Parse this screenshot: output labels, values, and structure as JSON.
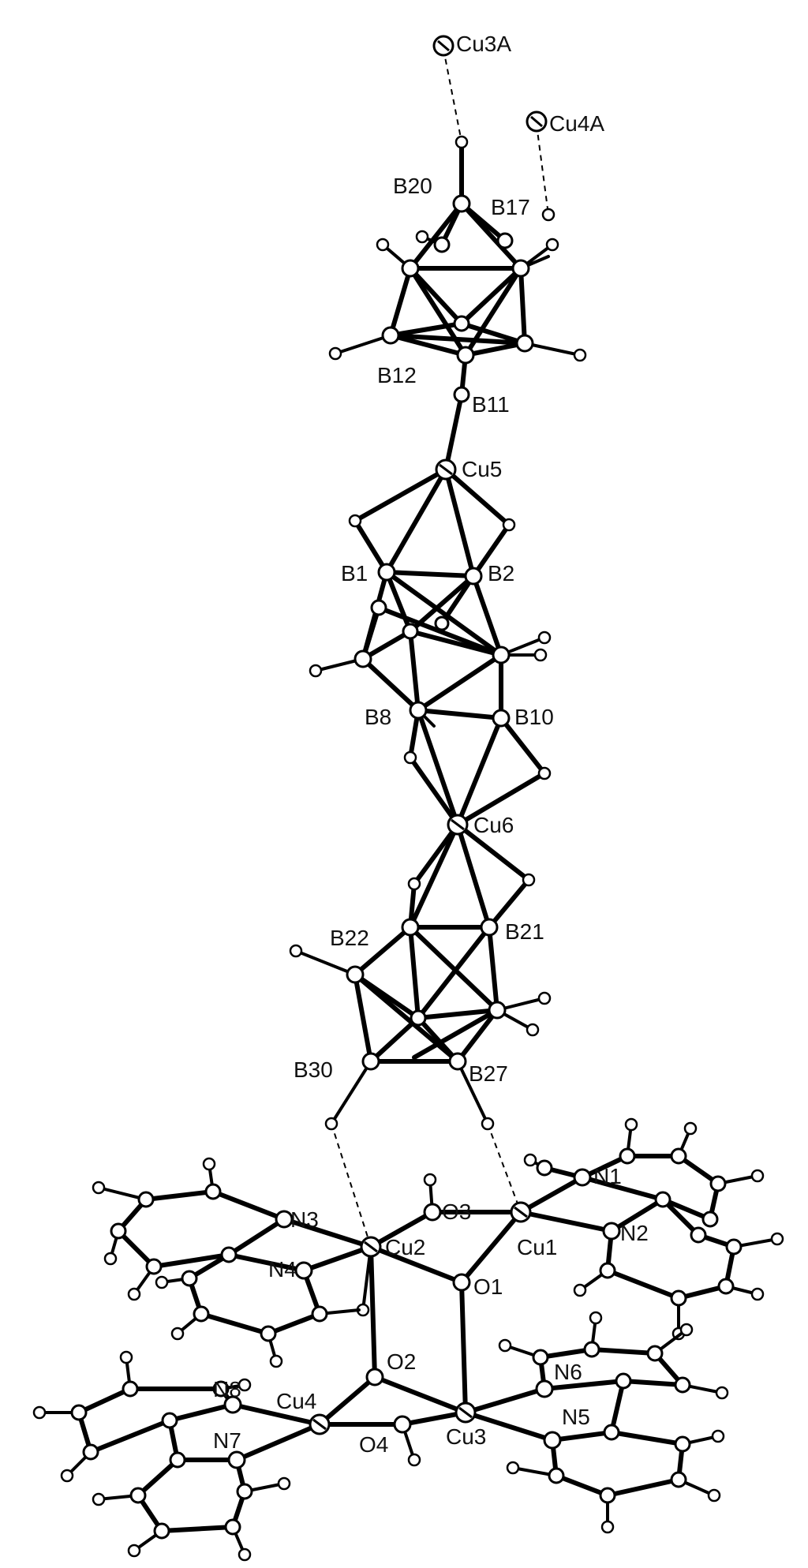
{
  "labels": {
    "cu3a": "Cu3A",
    "cu4a": "Cu4A",
    "b20": "B20",
    "b17": "B17",
    "b12": "B12",
    "b11": "B11",
    "cu5": "Cu5",
    "b1": "B1",
    "b2": "B2",
    "b8": "B8",
    "b10": "B10",
    "cu6": "Cu6",
    "b22": "B22",
    "b21": "B21",
    "b30": "B30",
    "b27": "B27",
    "n1": "N1",
    "n2": "N2",
    "o3": "O3",
    "cu1": "Cu1",
    "n3": "N3",
    "n4": "N4",
    "cu2": "Cu2",
    "o1": "O1",
    "o2": "O2",
    "n6": "N6",
    "n5": "N5",
    "cu4": "Cu4",
    "cu3": "Cu3",
    "n8": "N8",
    "n7": "N7",
    "o4": "O4"
  },
  "colors": {
    "ink": "#000000",
    "background": "#ffffff"
  }
}
